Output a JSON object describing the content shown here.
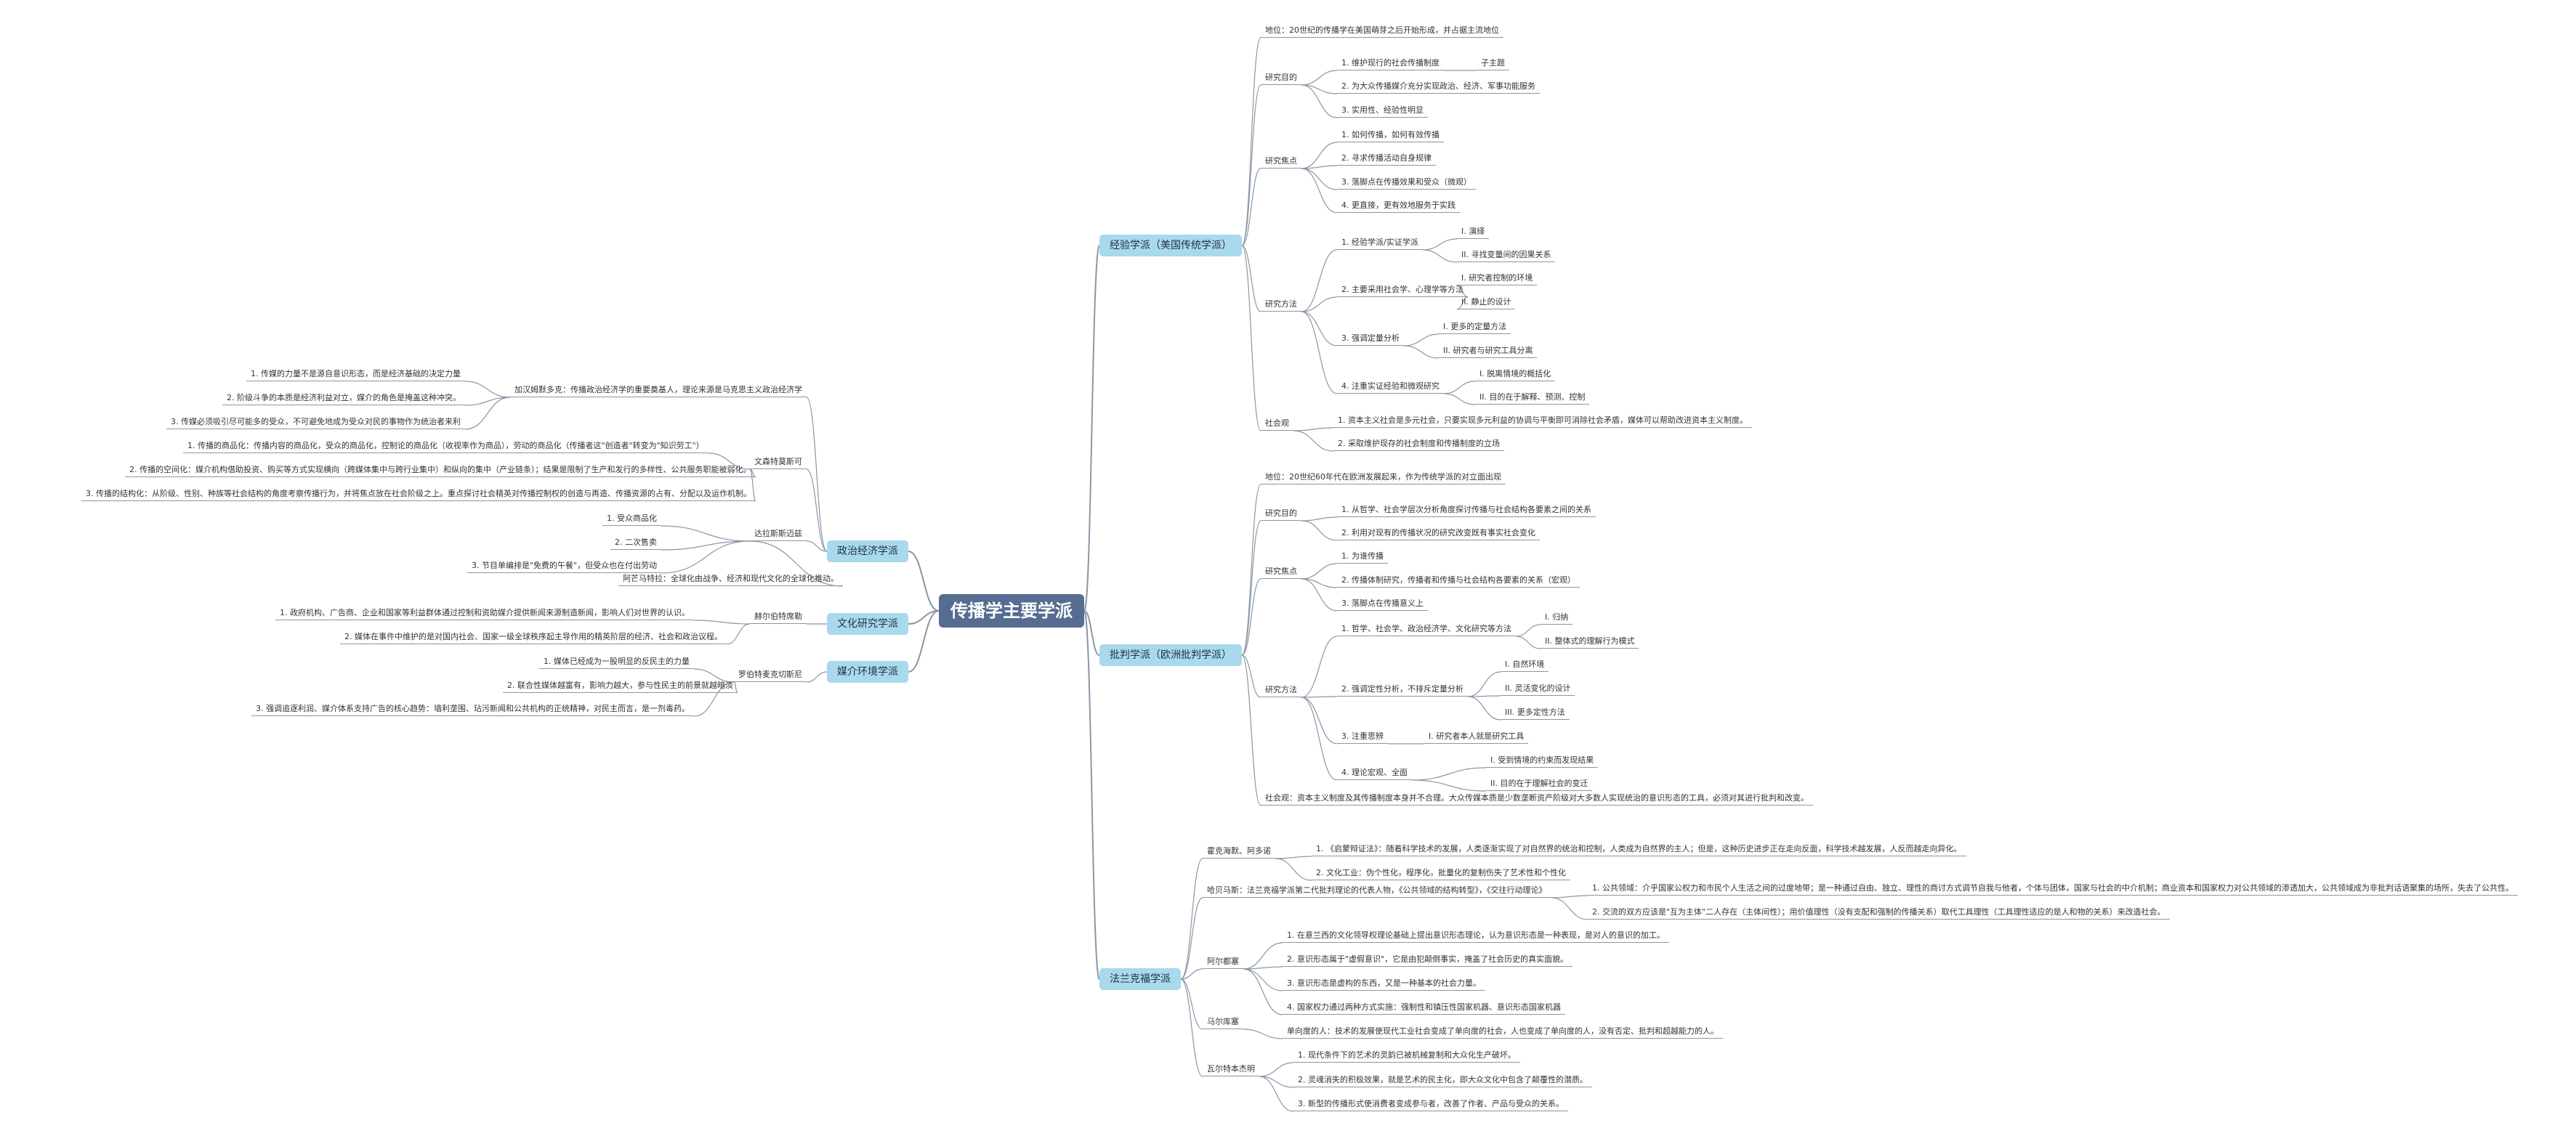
{
  "root": {
    "label": "传播学主要学派"
  },
  "colors": {
    "root": "#566c91",
    "topic": "#a9d9ec",
    "line": "#8a96a6"
  },
  "left": [
    {
      "label": "政治经济学派",
      "children": [
        {
          "label": "加汉姆默多克：传播政治经济学的重要奠基人，理论来源是马克思主义政治经济学",
          "children": [
            {
              "label": "1. 传媒的力量不是源自意识形态，而是经济基础的决定力量"
            },
            {
              "label": "2. 阶级斗争的本质是经济利益对立，媒介的角色是掩盖这种冲突。"
            },
            {
              "label": "3. 传媒必须吸引尽可能多的受众，不可避免地成为受众对民的事物作为统治者来利"
            }
          ]
        },
        {
          "label": "文森特莫斯可",
          "children": [
            {
              "label": "1. 传播的商品化：传播内容的商品化，受众的商品化，控制论的商品化（收视率作为商品），劳动的商品化（传播者这\"创造者\"转变为\"知识劳工\"）"
            },
            {
              "label": "2. 传播的空间化：媒介机构借助投资、购买等方式实现横向（跨媒体集中与跨行业集中）和纵向的集中（产业链条）；结果是限制了生产和发行的多样性、公共服务职能被弱化。"
            },
            {
              "label": "3. 传播的结构化：从阶级、性别、种族等社会结构的角度考察传播行为，并将焦点放在社会阶级之上。重点探讨社会精英对传播控制权的创造与再造、传播资源的占有、分配以及运作机制。"
            }
          ]
        },
        {
          "label": "达拉斯斯迈兹",
          "children": [
            {
              "label": "1. 受众商品化"
            },
            {
              "label": "2. 二次售卖"
            },
            {
              "label": "3. 节目单编排是\"免费的午餐\"，但受众也在付出劳动"
            },
            {
              "label": "阿芒马特拉：全球化由战争、经济和现代文化的全球化推动。"
            }
          ]
        }
      ]
    },
    {
      "label": "文化研究学派",
      "children": [
        {
          "label": "赫尔伯特席勒",
          "children": [
            {
              "label": "1. 政府机构、广告商、企业和国家等利益群体通过控制和资助媒介提供新闻来源制造新闻，影响人们对世界的认识。"
            },
            {
              "label": "2. 媒体在事件中维护的是对国内社会、国家一级全球秩序起主导作用的精英阶层的经济、社会和政治议程。"
            }
          ]
        }
      ]
    },
    {
      "label": "媒介环境学派",
      "children": [
        {
          "label": "罗伯特麦克切斯尼",
          "children": [
            {
              "label": "1. 媒体已经成为一股明显的反民主的力量"
            },
            {
              "label": "2. 联合性媒体越富有，影响力越大，参与性民主的前景就越暗淡"
            },
            {
              "label": "3. 强调追逐利润、媒介体系支持广告的核心趋势：墙利垄围、玷污新闻和公共机构的正统精神，对民主而言，是一剂毒药。"
            }
          ]
        }
      ]
    }
  ],
  "right": [
    {
      "label": "经验学派（美国传统学派）",
      "children": [
        {
          "label": "地位：20世纪的传播学在美国萌芽之后开始形成，并占据主流地位"
        },
        {
          "label": "研究目的",
          "children": [
            {
              "label": "1. 维护现行的社会传播制度",
              "children": [
                {
                  "label": "子主题"
                }
              ]
            },
            {
              "label": "2. 为大众传播媒介充分实现政治、经济、军事功能服务"
            },
            {
              "label": "3. 实用性、经验性明显"
            }
          ]
        },
        {
          "label": "研究焦点",
          "children": [
            {
              "label": "1. 如何传播，如何有效传播"
            },
            {
              "label": "2. 寻求传播活动自身规律"
            },
            {
              "label": "3. 落脚点在传播效果和受众（微观）"
            },
            {
              "label": "4. 更直接，更有效地服务于实践"
            }
          ]
        },
        {
          "label": "研究方法",
          "children": [
            {
              "label": "1. 经验学派/实证学派",
              "children": [
                {
                  "label": "I. 演绎"
                },
                {
                  "label": "II. 寻找变量间的因果关系"
                }
              ]
            },
            {
              "label": "2. 主要采用社会学、心理学等方法",
              "children": [
                {
                  "label": "I. 研究者控制的环境"
                },
                {
                  "label": "II. 静止的设计"
                }
              ]
            },
            {
              "label": "3. 强调定量分析",
              "children": [
                {
                  "label": "I. 更多的定量方法"
                },
                {
                  "label": "II. 研究者与研究工具分离"
                }
              ]
            },
            {
              "label": "4. 注重实证经验和微观研究",
              "children": [
                {
                  "label": "I. 脱离情境的概括化"
                },
                {
                  "label": "II. 目的在于解释、预测、控制"
                }
              ]
            }
          ]
        },
        {
          "label": "社会观",
          "children": [
            {
              "label": "1. 资本主义社会是多元社会，只要实现多元利益的协调与平衡即可消除社会矛盾，媒体可以帮助改进资本主义制度。"
            },
            {
              "label": "2. 采取维护现存的社会制度和传播制度的立场"
            }
          ]
        }
      ]
    },
    {
      "label": "批判学派（欧洲批判学派）",
      "children": [
        {
          "label": "地位：20世纪60年代在欧洲发展起来，作为传统学派的对立面出现"
        },
        {
          "label": "研究目的",
          "children": [
            {
              "label": "1. 从哲学、社会学层次分析角度探讨传播与社会结构各要素之间的关系"
            },
            {
              "label": "2. 利用对现有的传播状况的研究改变既有事实社会变化"
            }
          ]
        },
        {
          "label": "研究焦点",
          "children": [
            {
              "label": "1. 为谁传播"
            },
            {
              "label": "2. 传播体制研究，传播者和传播与社会结构各要素的关系（宏观）"
            },
            {
              "label": "3. 落脚点在传播意义上"
            }
          ]
        },
        {
          "label": "研究方法",
          "children": [
            {
              "label": "1. 哲学、社会学、政治经济学、文化研究等方法",
              "children": [
                {
                  "label": "I. 归纳"
                },
                {
                  "label": "II. 整体式的理解行为模式"
                }
              ]
            },
            {
              "label": "2. 强调定性分析，不排斥定量分析",
              "children": [
                {
                  "label": "I. 自然环境"
                },
                {
                  "label": "II. 灵活变化的设计"
                },
                {
                  "label": "III. 更多定性方法"
                }
              ]
            },
            {
              "label": "3. 注重思辨",
              "children": [
                {
                  "label": "I. 研究者本人就是研究工具"
                }
              ]
            },
            {
              "label": "4. 理论宏观、全面",
              "children": [
                {
                  "label": "I. 受到情境的约束而发现结果"
                },
                {
                  "label": "II. 目的在于理解社会的变迁"
                }
              ]
            }
          ]
        },
        {
          "label": "社会观：资本主义制度及其传播制度本身并不合理。大众传媒本质是少数垄断资产阶级对大多数人实现统治的意识形态的工具，必须对其进行批判和改变。"
        }
      ]
    },
    {
      "label": "法兰克福学派",
      "children": [
        {
          "label": "霍克海默、阿多诺",
          "children": [
            {
              "label": "1. 《启蒙辩证法》：随着科学技术的发展，人类逐渐实现了对自然界的统治和控制，人类成为自然界的主人；但是，这种历史进步正在走向反面，科学技术越发展，人反而越走向异化。"
            },
            {
              "label": "2. 文化工业：伪个性化，程序化，批量化的复制伤失了艺术性和个性化"
            }
          ]
        },
        {
          "label": "哈贝马斯：法兰克福学派第二代批判理论的代表人物，《公共领域的结构转型》，《交往行动理论》",
          "children": [
            {
              "label": "1. 公共领域：介乎国家公权力和市民个人生活之间的过度地带；是一种通过自由、独立、理性的商讨方式调节自我与他者，个体与团体，国家与社会的中介机制；商业资本和国家权力对公共领域的渗透加大，公共领域成为非批判话语聚集的场所，失去了公共性。"
            },
            {
              "label": "2. 交流的双方应该是\"互为主体\"二人存在（主体间性）；用价值理性（没有支配和强制的传播关系）取代工具理性（工具理性适应的是人和物的关系）来改造社会。"
            }
          ]
        },
        {
          "label": "阿尔都塞",
          "children": [
            {
              "label": "1. 在意兰西的文化领导权理论基础上提出意识形态理论，认为意识形态是一种表现，是对人的意识的加工。"
            },
            {
              "label": "2. 意识形态属于\"虚假意识\"，它是由犯颠倒事实，掩盖了社会历史的真实面貌。"
            },
            {
              "label": "3. 意识形态是虚构的东西，又是一种基本的社会力量。"
            },
            {
              "label": "4. 国家权力通过两种方式实施：强制性和镇压性国家机器、意识形态国家机器"
            }
          ]
        },
        {
          "label": "马尔库塞",
          "children": [
            {
              "label": "单向度的人：技术的发展使现代工业社会变成了单向度的社会，人也变成了单向度的人，没有否定、批判和超越能力的人。"
            }
          ]
        },
        {
          "label": "瓦尔特本杰明",
          "children": [
            {
              "label": "1. 现代条件下的艺术的灵韵已被机械复制和大众化生产破坏。"
            },
            {
              "label": "2. 灵魂消失的积极效果，就是艺术的民主化，即大众文化中包含了颠覆性的潜质。"
            },
            {
              "label": "3. 新型的传播形式使消费者变成参与者，改善了作者、产品与受众的关系。"
            }
          ]
        }
      ]
    }
  ]
}
